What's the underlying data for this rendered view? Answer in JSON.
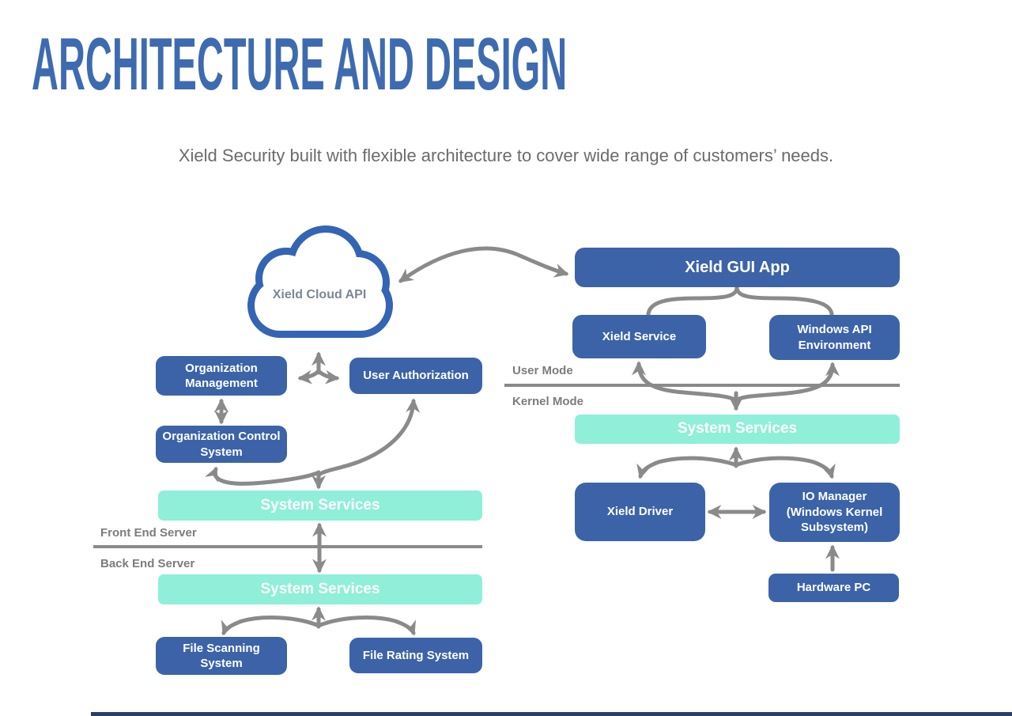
{
  "page": {
    "title": "ARCHITECTURE AND DESIGN",
    "subtitle": "Xield Security built with flexible architecture to cover wide range of customers’ needs."
  },
  "colors": {
    "title_blue": "#3E6BB0",
    "box_blue": "#3C63A8",
    "teal": "#8FEFD9",
    "arrow_gray": "#8A8A8A",
    "label_gray": "#7C7C7C",
    "cloud_outline_blue": "#3465B4",
    "cloud_text_gray": "#7B8794",
    "subtitle_gray": "#6B6B6B",
    "footer_navy": "#2D3E68"
  },
  "diagram": {
    "cloud": {
      "label": "Xield Cloud API"
    },
    "nodes": {
      "gui_app": "Xield GUI App",
      "xield_service": "Xield Service",
      "winapi_env": "Windows API Environment",
      "sys_services_right": "System Services",
      "xield_driver": "Xield Driver",
      "io_manager": "IO Manager (Windows Kernel Subsystem)",
      "hardware_pc": "Hardware PC",
      "org_mgmt": "Organization Management",
      "user_auth": "User Authorization",
      "org_ctrl": "Organization Control System",
      "sys_services_front": "System Services",
      "sys_services_back": "System Services",
      "file_scanning": "File Scanning System",
      "file_rating": "File Rating System"
    },
    "labels": {
      "user_mode": "User Mode",
      "kernel_mode": "Kernel Mode",
      "front_end": "Front End Server",
      "back_end": "Back End Server"
    }
  }
}
